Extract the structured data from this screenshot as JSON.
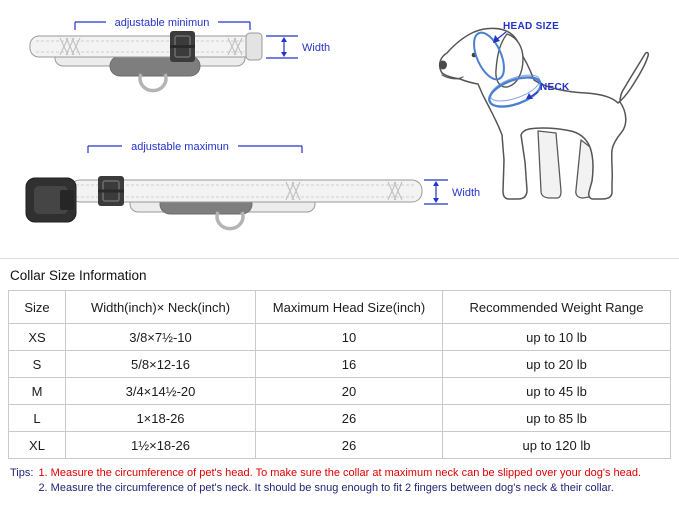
{
  "diagram": {
    "adjustable_min": "adjustable minimun",
    "adjustable_max": "adjustable maximun",
    "width_top": "Width",
    "width_bottom": "Width",
    "head_size": "HEAD SIZE",
    "neck": "NECK"
  },
  "section": {
    "title": "Collar Size Information"
  },
  "table": {
    "headers": [
      "Size",
      "Width(inch)× Neck(inch)",
      "Maximum Head Size(inch)",
      "Recommended Weight Range"
    ],
    "rows": [
      [
        "XS",
        "3/8×7½-10",
        "10",
        "up to 10 lb"
      ],
      [
        "S",
        "5/8×12-16",
        "16",
        "up to 20 lb"
      ],
      [
        "M",
        "3/4×14½-20",
        "20",
        "up to 45 lb"
      ],
      [
        "L",
        "1×18-26",
        "26",
        "up to 85 lb"
      ],
      [
        "XL",
        "1½×18-26",
        "26",
        "up to 120 lb"
      ]
    ]
  },
  "tips": {
    "label": "Tips:",
    "tip1": "1. Measure the circumference of pet's head.  To make sure the collar at maximum neck can be slipped over your dog's head.",
    "tip2": "2. Measure the circumference of pet's neck. It should be snug enough to fit 2 fingers between dog's neck & their collar."
  },
  "colors": {
    "annotation_blue": "#2433c8",
    "tip_red": "#e00000",
    "tip_navy": "#23237a",
    "collar_blue": "#4b7fd0"
  }
}
